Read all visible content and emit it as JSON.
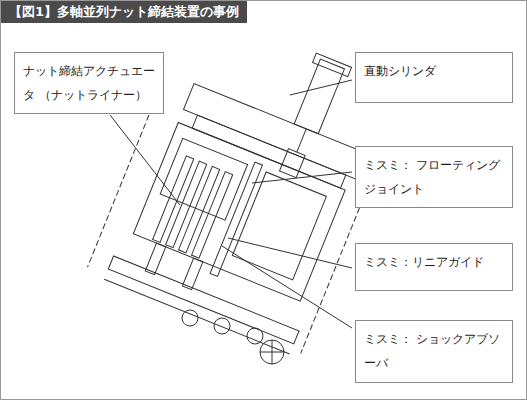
{
  "diagram": {
    "title": "【図1】多軸並列ナット締結装置の事例",
    "nodes": [
      {
        "text": [
          "ナット締結アクチュエータ （ナットライナー）"
        ]
      },
      {
        "text": [
          "直動シリンダ"
        ]
      },
      {
        "text": [
          "ミスミ： フローティングジョイント"
        ]
      },
      {
        "text": [
          "ミスミ：リニアガイド"
        ]
      },
      {
        "text": [
          "ミスミ： ショックアブソーバ"
        ]
      }
    ]
  }
}
